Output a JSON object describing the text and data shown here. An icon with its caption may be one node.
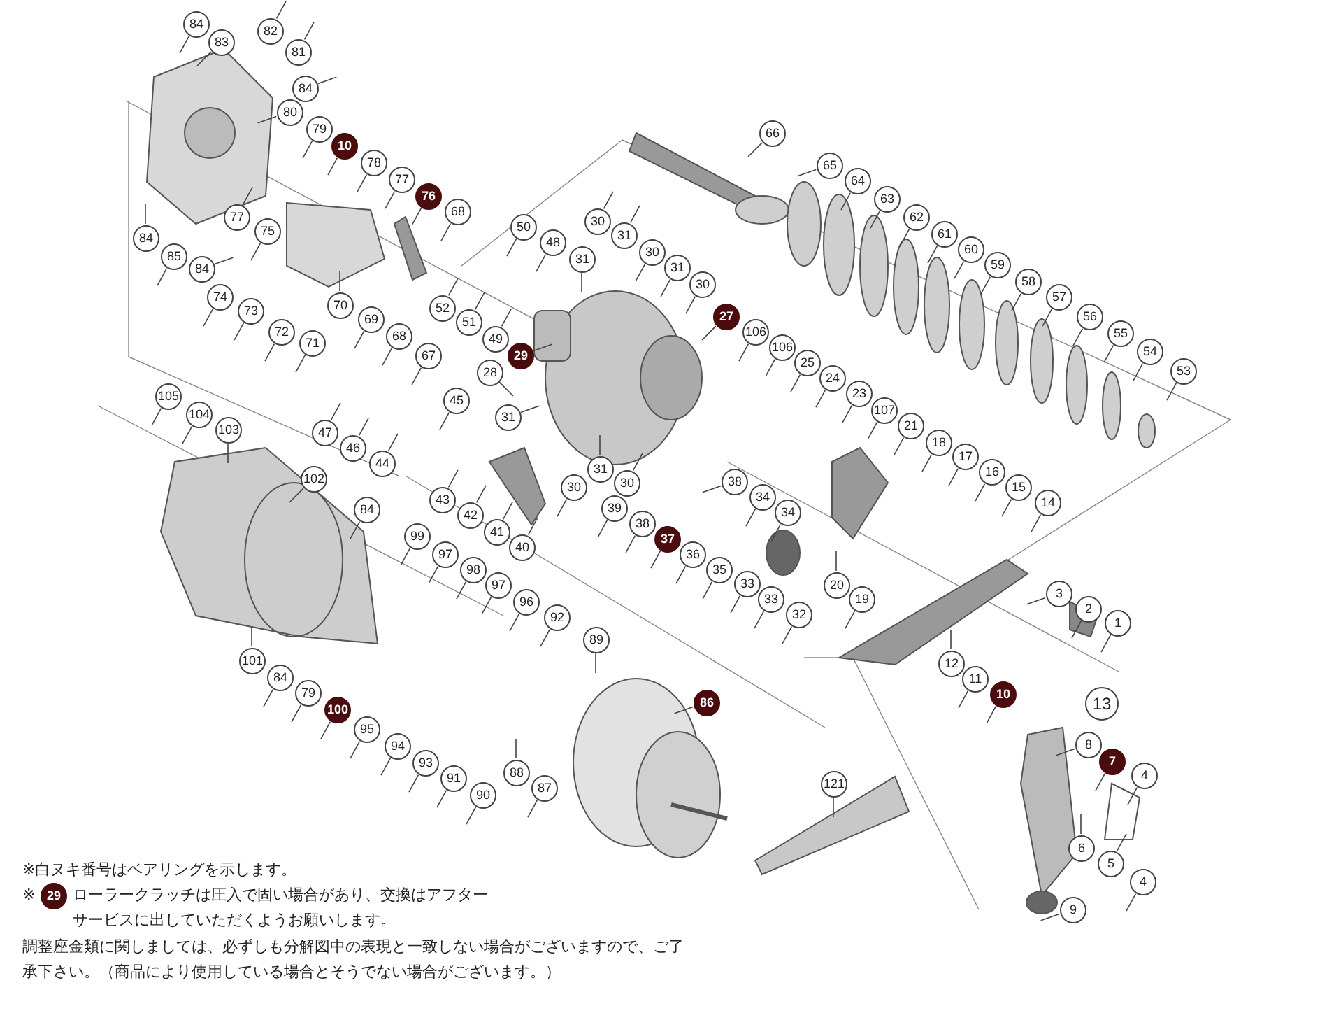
{
  "diagram": {
    "nodes": [
      {
        "text": [
          "84"
        ]
      },
      {
        "text": [
          "83"
        ]
      },
      {
        "text": [
          "82"
        ]
      },
      {
        "text": [
          "81"
        ]
      },
      {
        "text": [
          "84"
        ]
      },
      {
        "text": [
          "80"
        ]
      },
      {
        "text": [
          "79"
        ]
      },
      {
        "text": [
          "10"
        ]
      },
      {
        "text": [
          "78"
        ]
      },
      {
        "text": [
          "77"
        ]
      },
      {
        "text": [
          "76"
        ]
      },
      {
        "text": [
          "68"
        ]
      },
      {
        "text": [
          "77"
        ]
      },
      {
        "text": [
          "75"
        ]
      },
      {
        "text": [
          "84"
        ]
      },
      {
        "text": [
          "85"
        ]
      },
      {
        "text": [
          "84"
        ]
      },
      {
        "text": [
          "74"
        ]
      },
      {
        "text": [
          "73"
        ]
      },
      {
        "text": [
          "72"
        ]
      },
      {
        "text": [
          "71"
        ]
      },
      {
        "text": [
          "70"
        ]
      },
      {
        "text": [
          "69"
        ]
      },
      {
        "text": [
          "68"
        ]
      },
      {
        "text": [
          "67"
        ]
      },
      {
        "text": [
          "45"
        ]
      },
      {
        "text": [
          "47"
        ]
      },
      {
        "text": [
          "46"
        ]
      },
      {
        "text": [
          "44"
        ]
      },
      {
        "text": [
          "50"
        ]
      },
      {
        "text": [
          "48"
        ]
      },
      {
        "text": [
          "31"
        ]
      },
      {
        "text": [
          "30"
        ]
      },
      {
        "text": [
          "31"
        ]
      },
      {
        "text": [
          "30"
        ]
      },
      {
        "text": [
          "31"
        ]
      },
      {
        "text": [
          "30"
        ]
      },
      {
        "text": [
          "52"
        ]
      },
      {
        "text": [
          "51"
        ]
      },
      {
        "text": [
          "49"
        ]
      },
      {
        "text": [
          "29"
        ]
      },
      {
        "text": [
          "28"
        ]
      },
      {
        "text": [
          "27"
        ]
      },
      {
        "text": [
          "106"
        ]
      },
      {
        "text": [
          "106"
        ]
      },
      {
        "text": [
          "25"
        ]
      },
      {
        "text": [
          "24"
        ]
      },
      {
        "text": [
          "23"
        ]
      },
      {
        "text": [
          "107"
        ]
      },
      {
        "text": [
          "21"
        ]
      },
      {
        "text": [
          "18"
        ]
      },
      {
        "text": [
          "17"
        ]
      },
      {
        "text": [
          "16"
        ]
      },
      {
        "text": [
          "15"
        ]
      },
      {
        "text": [
          "14"
        ]
      },
      {
        "text": [
          "31"
        ]
      },
      {
        "text": [
          "31"
        ]
      },
      {
        "text": [
          "30"
        ]
      },
      {
        "text": [
          "30"
        ]
      },
      {
        "text": [
          "43"
        ]
      },
      {
        "text": [
          "42"
        ]
      },
      {
        "text": [
          "41"
        ]
      },
      {
        "text": [
          "40"
        ]
      },
      {
        "text": [
          "39"
        ]
      },
      {
        "text": [
          "38"
        ]
      },
      {
        "text": [
          "38"
        ]
      },
      {
        "text": [
          "34"
        ]
      },
      {
        "text": [
          "34"
        ]
      },
      {
        "text": [
          "37"
        ]
      },
      {
        "text": [
          "36"
        ]
      },
      {
        "text": [
          "35"
        ]
      },
      {
        "text": [
          "33"
        ]
      },
      {
        "text": [
          "33"
        ]
      },
      {
        "text": [
          "32"
        ]
      },
      {
        "text": [
          "20"
        ]
      },
      {
        "text": [
          "19"
        ]
      },
      {
        "text": [
          "66"
        ]
      },
      {
        "text": [
          "65"
        ]
      },
      {
        "text": [
          "64"
        ]
      },
      {
        "text": [
          "63"
        ]
      },
      {
        "text": [
          "62"
        ]
      },
      {
        "text": [
          "61"
        ]
      },
      {
        "text": [
          "60"
        ]
      },
      {
        "text": [
          "59"
        ]
      },
      {
        "text": [
          "58"
        ]
      },
      {
        "text": [
          "57"
        ]
      },
      {
        "text": [
          "56"
        ]
      },
      {
        "text": [
          "55"
        ]
      },
      {
        "text": [
          "54"
        ]
      },
      {
        "text": [
          "53"
        ]
      },
      {
        "text": [
          "3"
        ]
      },
      {
        "text": [
          "2"
        ]
      },
      {
        "text": [
          "1"
        ]
      },
      {
        "text": [
          "12"
        ]
      },
      {
        "text": [
          "11"
        ]
      },
      {
        "text": [
          "10"
        ]
      },
      {
        "text": [
          "8"
        ]
      },
      {
        "text": [
          "7"
        ]
      },
      {
        "text": [
          "4"
        ]
      },
      {
        "text": [
          "6"
        ]
      },
      {
        "text": [
          "5"
        ]
      },
      {
        "text": [
          "4"
        ]
      },
      {
        "text": [
          "9"
        ]
      },
      {
        "text": [
          "105"
        ]
      },
      {
        "text": [
          "104"
        ]
      },
      {
        "text": [
          "103"
        ]
      },
      {
        "text": [
          "102"
        ]
      },
      {
        "text": [
          "84"
        ]
      },
      {
        "text": [
          "99"
        ]
      },
      {
        "text": [
          "97"
        ]
      },
      {
        "text": [
          "98"
        ]
      },
      {
        "text": [
          "97"
        ]
      },
      {
        "text": [
          "96"
        ]
      },
      {
        "text": [
          "92"
        ]
      },
      {
        "text": [
          "89"
        ]
      },
      {
        "text": [
          "86"
        ]
      },
      {
        "text": [
          "101"
        ]
      },
      {
        "text": [
          "84"
        ]
      },
      {
        "text": [
          "79"
        ]
      },
      {
        "text": [
          "100"
        ]
      },
      {
        "text": [
          "95"
        ]
      },
      {
        "text": [
          "94"
        ]
      },
      {
        "text": [
          "93"
        ]
      },
      {
        "text": [
          "91"
        ]
      },
      {
        "text": [
          "90"
        ]
      },
      {
        "text": [
          "88"
        ]
      },
      {
        "text": [
          "87"
        ]
      },
      {
        "text": [
          "121"
        ]
      },
      {
        "text": [
          "29"
        ]
      }
    ],
    "edges": [
      {
        "from": 0,
        "to": null,
        "arrow": "none"
      },
      {
        "from": 1,
        "to": null,
        "arrow": "none"
      },
      {
        "from": 2,
        "to": null,
        "arrow": "none"
      },
      {
        "from": 3,
        "to": null,
        "arrow": "none"
      },
      {
        "from": 4,
        "to": null,
        "arrow": "none"
      },
      {
        "from": 5,
        "to": null,
        "arrow": "none"
      },
      {
        "from": 6,
        "to": null,
        "arrow": "none"
      },
      {
        "from": 7,
        "to": null,
        "arrow": "none"
      },
      {
        "from": 8,
        "to": null,
        "arrow": "none"
      },
      {
        "from": 9,
        "to": null,
        "arrow": "none"
      },
      {
        "from": 10,
        "to": null,
        "arrow": "none"
      },
      {
        "from": 11,
        "to": null,
        "arrow": "none"
      },
      {
        "from": 12,
        "to": null,
        "arrow": "none"
      },
      {
        "from": 13,
        "to": null,
        "arrow": "none"
      },
      {
        "from": 14,
        "to": null,
        "arrow": "none"
      },
      {
        "from": 15,
        "to": null,
        "arrow": "none"
      },
      {
        "from": 16,
        "to": null,
        "arrow": "none"
      },
      {
        "from": 17,
        "to": null,
        "arrow": "none"
      },
      {
        "from": 18,
        "to": null,
        "arrow": "none"
      },
      {
        "from": 19,
        "to": null,
        "arrow": "none"
      },
      {
        "from": 20,
        "to": null,
        "arrow": "none"
      },
      {
        "from": 21,
        "to": null,
        "arrow": "none"
      },
      {
        "from": 22,
        "to": null,
        "arrow": "none"
      },
      {
        "from": 23,
        "to": null,
        "arrow": "none"
      },
      {
        "from": 24,
        "to": null,
        "arrow": "none"
      },
      {
        "from": 25,
        "to": null,
        "arrow": "none"
      },
      {
        "from": 26,
        "to": null,
        "arrow": "none"
      },
      {
        "from": 27,
        "to": null,
        "arrow": "none"
      },
      {
        "from": 28,
        "to": null,
        "arrow": "none"
      },
      {
        "from": 29,
        "to": null,
        "arrow": "none"
      },
      {
        "from": 30,
        "to": null,
        "arrow": "none"
      },
      {
        "from": 31,
        "to": null,
        "arrow": "none"
      },
      {
        "from": 32,
        "to": null,
        "arrow": "none"
      },
      {
        "from": 33,
        "to": null,
        "arrow": "none"
      },
      {
        "from": 34,
        "to": null,
        "arrow": "none"
      },
      {
        "from": 35,
        "to": null,
        "arrow": "none"
      },
      {
        "from": 36,
        "to": null,
        "arrow": "none"
      },
      {
        "from": 37,
        "to": null,
        "arrow": "none"
      },
      {
        "from": 38,
        "to": null,
        "arrow": "none"
      },
      {
        "from": 39,
        "to": null,
        "arrow": "none"
      },
      {
        "from": 40,
        "to": null,
        "arrow": "none"
      },
      {
        "from": 41,
        "to": null,
        "arrow": "none"
      },
      {
        "from": 42,
        "to": null,
        "arrow": "none"
      },
      {
        "from": 43,
        "to": null,
        "arrow": "none"
      },
      {
        "from": 44,
        "to": null,
        "arrow": "none"
      },
      {
        "from": 45,
        "to": null,
        "arrow": "none"
      },
      {
        "from": 46,
        "to": null,
        "arrow": "none"
      },
      {
        "from": 47,
        "to": null,
        "arrow": "none"
      },
      {
        "from": 48,
        "to": null,
        "arrow": "none"
      },
      {
        "from": 49,
        "to": null,
        "arrow": "none"
      },
      {
        "from": 50,
        "to": null,
        "arrow": "none"
      },
      {
        "from": 51,
        "to": null,
        "arrow": "none"
      },
      {
        "from": 52,
        "to": null,
        "arrow": "none"
      },
      {
        "from": 53,
        "to": null,
        "arrow": "none"
      },
      {
        "from": 54,
        "to": null,
        "arrow": "none"
      },
      {
        "from": 55,
        "to": null,
        "arrow": "none"
      },
      {
        "from": 56,
        "to": null,
        "arrow": "none"
      },
      {
        "from": 57,
        "to": null,
        "arrow": "none"
      },
      {
        "from": 58,
        "to": null,
        "arrow": "none"
      },
      {
        "from": 59,
        "to": null,
        "arrow": "none"
      },
      {
        "from": 60,
        "to": null,
        "arrow": "none"
      },
      {
        "from": 61,
        "to": null,
        "arrow": "none"
      },
      {
        "from": 62,
        "to": null,
        "arrow": "none"
      },
      {
        "from": 63,
        "to": null,
        "arrow": "none"
      },
      {
        "from": 64,
        "to": null,
        "arrow": "none"
      },
      {
        "from": 65,
        "to": null,
        "arrow": "none"
      },
      {
        "from": 66,
        "to": null,
        "arrow": "none"
      },
      {
        "from": 67,
        "to": null,
        "arrow": "none"
      },
      {
        "from": 68,
        "to": null,
        "arrow": "none"
      },
      {
        "from": 69,
        "to": null,
        "arrow": "none"
      },
      {
        "from": 70,
        "to": null,
        "arrow": "none"
      },
      {
        "from": 71,
        "to": null,
        "arrow": "none"
      },
      {
        "from": 72,
        "to": null,
        "arrow": "none"
      },
      {
        "from": 73,
        "to": null,
        "arrow": "none"
      },
      {
        "from": 74,
        "to": null,
        "arrow": "none"
      },
      {
        "from": 75,
        "to": null,
        "arrow": "none"
      },
      {
        "from": 76,
        "to": null,
        "arrow": "none"
      },
      {
        "from": 77,
        "to": null,
        "arrow": "none"
      },
      {
        "from": 78,
        "to": null,
        "arrow": "none"
      },
      {
        "from": 79,
        "to": null,
        "arrow": "none"
      },
      {
        "from": 80,
        "to": null,
        "arrow": "none"
      },
      {
        "from": 81,
        "to": null,
        "arrow": "none"
      },
      {
        "from": 82,
        "to": null,
        "arrow": "none"
      },
      {
        "from": 83,
        "to": null,
        "arrow": "none"
      },
      {
        "from": 84,
        "to": null,
        "arrow": "none"
      },
      {
        "from": 85,
        "to": null,
        "arrow": "none"
      },
      {
        "from": 86,
        "to": null,
        "arrow": "none"
      },
      {
        "from": 87,
        "to": null,
        "arrow": "none"
      },
      {
        "from": 88,
        "to": null,
        "arrow": "none"
      },
      {
        "from": 89,
        "to": null,
        "arrow": "none"
      },
      {
        "from": 90,
        "to": null,
        "arrow": "none"
      },
      {
        "from": 91,
        "to": null,
        "arrow": "none"
      },
      {
        "from": 92,
        "to": null,
        "arrow": "none"
      },
      {
        "from": 93,
        "to": null,
        "arrow": "none"
      },
      {
        "from": 94,
        "to": null,
        "arrow": "none"
      },
      {
        "from": 95,
        "to": null,
        "arrow": "none"
      },
      {
        "from": 96,
        "to": null,
        "arrow": "none"
      },
      {
        "from": 97,
        "to": null,
        "arrow": "none"
      },
      {
        "from": 98,
        "to": null,
        "arrow": "none"
      },
      {
        "from": 99,
        "to": null,
        "arrow": "none"
      },
      {
        "from": 100,
        "to": null,
        "arrow": "none"
      },
      {
        "from": 101,
        "to": null,
        "arrow": "none"
      },
      {
        "from": 102,
        "to": null,
        "arrow": "none"
      },
      {
        "from": 103,
        "to": null,
        "arrow": "none"
      },
      {
        "from": 104,
        "to": null,
        "arrow": "none"
      },
      {
        "from": 105,
        "to": null,
        "arrow": "none"
      },
      {
        "from": 106,
        "to": null,
        "arrow": "none"
      },
      {
        "from": 107,
        "to": null,
        "arrow": "none"
      },
      {
        "from": 108,
        "to": null,
        "arrow": "none"
      },
      {
        "from": 109,
        "to": null,
        "arrow": "none"
      },
      {
        "from": 110,
        "to": null,
        "arrow": "none"
      },
      {
        "from": 111,
        "to": null,
        "arrow": "none"
      },
      {
        "from": 112,
        "to": null,
        "arrow": "none"
      },
      {
        "from": 113,
        "to": null,
        "arrow": "none"
      },
      {
        "from": 114,
        "to": null,
        "arrow": "none"
      },
      {
        "from": 115,
        "to": null,
        "arrow": "none"
      },
      {
        "from": 116,
        "to": null,
        "arrow": "none"
      },
      {
        "from": 117,
        "to": null,
        "arrow": "none"
      },
      {
        "from": 118,
        "to": null,
        "arrow": "none"
      },
      {
        "from": 119,
        "to": null,
        "arrow": "none"
      },
      {
        "from": 120,
        "to": null,
        "arrow": "none"
      },
      {
        "from": 121,
        "to": null,
        "arrow": "none"
      },
      {
        "from": 122,
        "to": null,
        "arrow": "none"
      },
      {
        "from": 123,
        "to": null,
        "arrow": "none"
      },
      {
        "from": 124,
        "to": null,
        "arrow": "none"
      },
      {
        "from": 125,
        "to": null,
        "arrow": "none"
      },
      {
        "from": 126,
        "to": null,
        "arrow": "none"
      },
      {
        "from": 127,
        "to": null,
        "arrow": "none"
      }
    ],
    "labels": [
      "13",
      "※白ヌキ番号はベアリングを示します。",
      "※",
      "ローラークラッチは圧入で固い場合があり、交換はアフターサービスに出していただくようお願いします。",
      "調整座金類に関しましては、必ずしも分解図中の表現と一致しない場合がございますので、ご了承下さい。（商品により使用している場合とそうでない場合がございます。）"
    ]
  }
}
